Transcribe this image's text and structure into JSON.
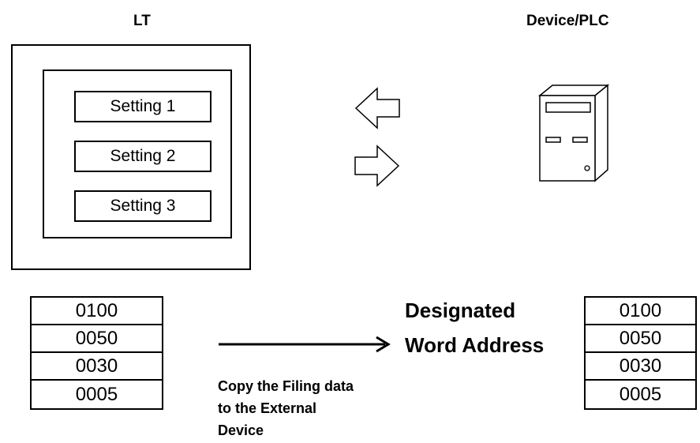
{
  "headers": {
    "lt": "LT",
    "device": "Device/PLC"
  },
  "lt_screen": {
    "settings": [
      "Setting 1",
      "Setting 2",
      "Setting 3"
    ]
  },
  "lt_table": {
    "values": [
      "0100",
      "0050",
      "0030",
      "0005"
    ]
  },
  "device_table": {
    "values": [
      "0100",
      "0050",
      "0030",
      "0005"
    ]
  },
  "destination": {
    "line1": "Designated",
    "line2": "Word Address"
  },
  "caption": {
    "lines": [
      "Copy the Filing data",
      "to the External",
      "Device"
    ]
  },
  "icons": [
    "arrow-left-icon",
    "arrow-right-icon",
    "plc-device-icon",
    "long-right-arrow-icon"
  ]
}
